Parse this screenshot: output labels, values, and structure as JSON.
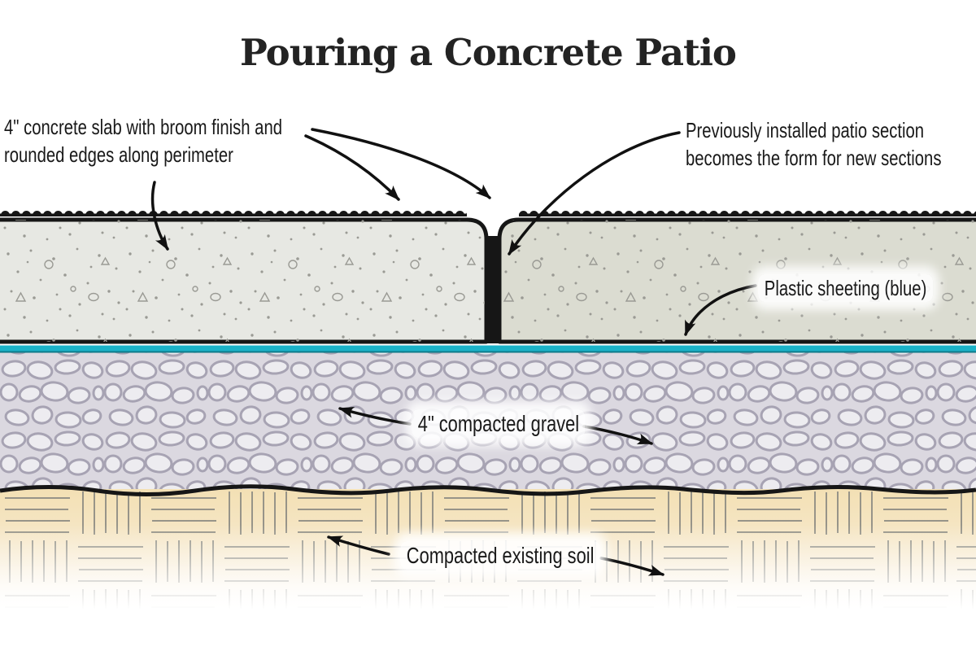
{
  "title": "Pouring a Concrete Patio",
  "labels": {
    "slab": {
      "lines": [
        "4\" concrete slab with broom finish and",
        "rounded edges along perimeter"
      ]
    },
    "previous": {
      "lines": [
        "Previously installed patio section",
        "becomes the form for new sections"
      ]
    },
    "plastic": {
      "text": "Plastic sheeting (blue)"
    },
    "gravel": {
      "text": "4\" compacted gravel"
    },
    "soil": {
      "text": "Compacted existing soil"
    }
  },
  "colors": {
    "ink": "#161616",
    "left_slab": "#e7e8e3",
    "right_slab": "#dbdcd1",
    "speckle": "#9a9a94",
    "plastic_sheeting": "#1bb2c8",
    "plastic_sheeting_dark": "#0d7a8a",
    "gravel_background": "#dbd8e0",
    "gravel_stone": "#edecf0",
    "gravel_stone_outline": "#a7a3b3",
    "soil_tan": "#f3e0b4",
    "soil_hatch": "#8d8c83"
  }
}
